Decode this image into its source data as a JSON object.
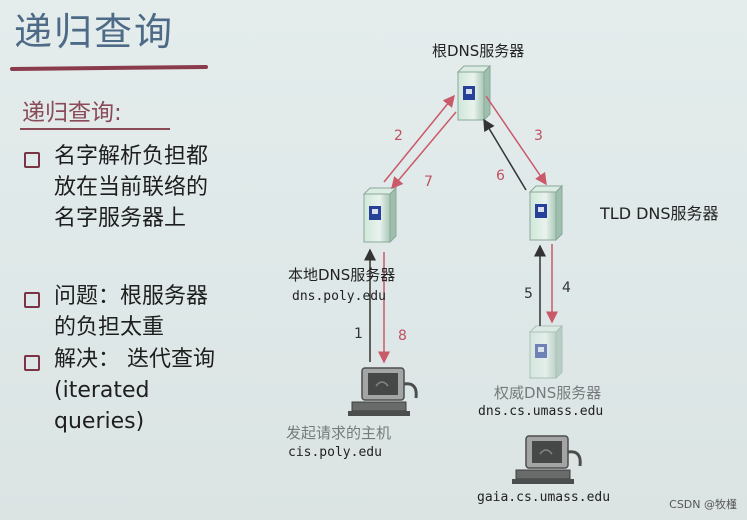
{
  "title": "递归查询",
  "subtitle": "递归查询:",
  "bullets": [
    {
      "text": "名字解析负担都\n放在当前联络的\n名字服务器上"
    },
    {
      "text": "问题：根服务器\n的负担太重"
    },
    {
      "text": "解决： 迭代查询\n(iterated\nqueries)"
    }
  ],
  "nodes": {
    "root": {
      "label": "根DNS服务器"
    },
    "local": {
      "label": "本地DNS服务器",
      "host": "dns.poly.edu"
    },
    "tld": {
      "label": "TLD DNS服务器"
    },
    "auth": {
      "label": "权威DNS服务器",
      "host": "dns.cs.umass.edu"
    },
    "requester": {
      "label": "发起请求的主机",
      "host": "cis.poly.edu"
    },
    "target": {
      "host": "gaia.cs.umass.edu"
    }
  },
  "steps": [
    "1",
    "2",
    "3",
    "4",
    "5",
    "6",
    "7",
    "8"
  ],
  "watermark": "CSDN @牧槿",
  "colors": {
    "arrow_red": "#c85a6a",
    "arrow_dark": "#333333",
    "title": "#4d6a86",
    "accent": "#8a3b4c"
  }
}
